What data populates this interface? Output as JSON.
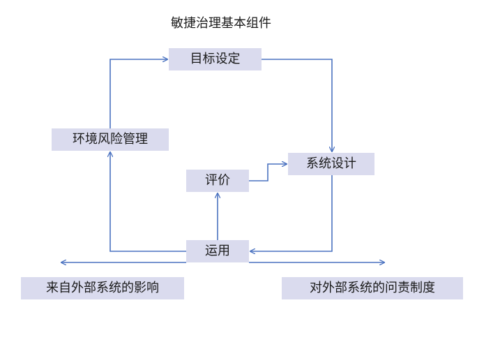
{
  "title": "敏捷治理基本组件",
  "nodes": {
    "goal_setting": "目标设定",
    "env_risk_management": "环境风险管理",
    "evaluation": "评价",
    "system_design": "系统设计",
    "application": "运用",
    "external_impact": "来自外部系统的影响",
    "external_accountability": "对外部系统的问责制度"
  },
  "colors": {
    "box_fill": "#dadbee",
    "arrow": "#4a72c0",
    "text": "#1a1a1a"
  }
}
